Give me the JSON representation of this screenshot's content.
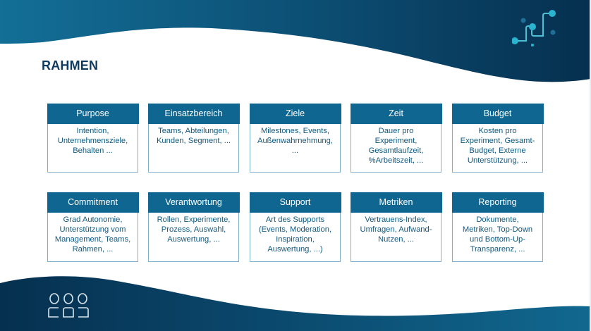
{
  "slide": {
    "title": "RAHMEN",
    "colors": {
      "dark_blue": "#0b3557",
      "mid_blue": "#0f6690",
      "accent_cyan": "#2bb4d0",
      "card_border": "#7fb1cc",
      "body_text": "#0f5a80",
      "title_text": "#0d3a5e"
    },
    "icons": {
      "top_right": "network-nodes-icon",
      "bottom_left": "people-group-icon"
    }
  },
  "cards": [
    {
      "header": "Purpose",
      "body": "Intention,\nUnternehmensziele,\nBehalten ..."
    },
    {
      "header": "Einsatzbereich",
      "body": "Teams, Abteilungen,\nKunden, Segment, ..."
    },
    {
      "header": "Ziele",
      "body": "Milestones, Events,\nAußenwahrnehmung,\n..."
    },
    {
      "header": "Zeit",
      "body": "Dauer pro\nExperiment,\nGesamtlaufzeit,\n%Arbeitszeit, ..."
    },
    {
      "header": "Budget",
      "body": "Kosten pro\nExperiment, Gesamt-\nBudget, Externe\nUnterstützung, ..."
    },
    {
      "header": "Commitment",
      "body": "Grad Autonomie,\nUnterstützung vom\nManagement, Teams,\nRahmen, ..."
    },
    {
      "header": "Verantwortung",
      "body": "Rollen, Experimente,\nProzess, Auswahl,\nAuswertung, ..."
    },
    {
      "header": "Support",
      "body": "Art des Supports\n(Events, Moderation,\nInspiration,\nAuswertung, ...)"
    },
    {
      "header": "Metriken",
      "body": "Vertrauens-Index,\nUmfragen, Aufwand-\nNutzen, ..."
    },
    {
      "header": "Reporting",
      "body": "Dokumente,\nMetriken, Top-Down\nund Bottom-Up-\nTransparenz, ..."
    }
  ]
}
